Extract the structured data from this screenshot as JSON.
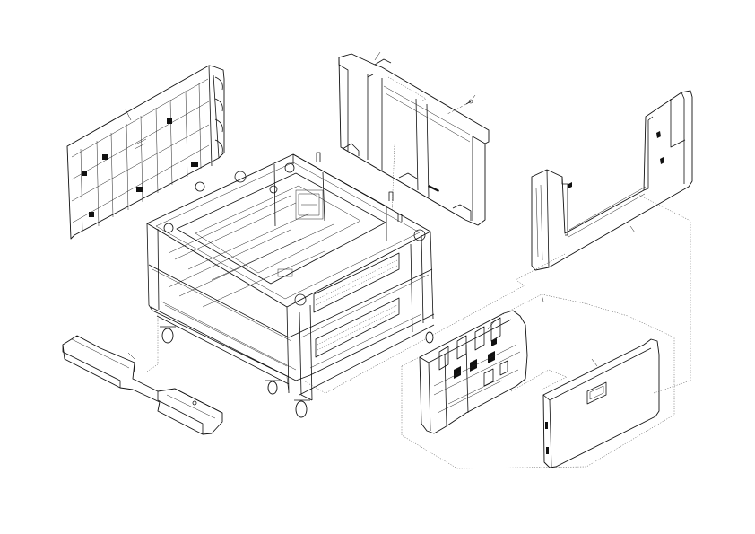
{
  "header": {
    "rule_color": "#000000"
  },
  "parts": [
    {
      "id": "left-side-panel",
      "icon": "side-panel"
    },
    {
      "id": "rear-cover",
      "icon": "rear-cover"
    },
    {
      "id": "screw",
      "icon": "screw"
    },
    {
      "id": "right-frame-cover",
      "icon": "frame-cover"
    },
    {
      "id": "base-frame",
      "icon": "frame"
    },
    {
      "id": "bottom-cover",
      "icon": "bottom-cover"
    },
    {
      "id": "feed-unit",
      "icon": "feed-unit"
    },
    {
      "id": "front-door",
      "icon": "door"
    }
  ]
}
